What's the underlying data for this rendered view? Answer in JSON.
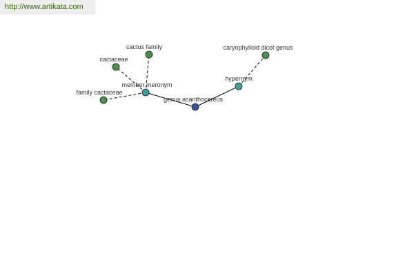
{
  "site": {
    "url": "http://www.artikata.com",
    "url_color": "#336600"
  },
  "graph": {
    "nodes": [
      {
        "id": "n_center",
        "label": "genus acanthocereus",
        "kind": "center",
        "color": "#3f4f9f"
      },
      {
        "id": "n_member",
        "label": "member meronym",
        "kind": "relation",
        "color": "#3f9f9f"
      },
      {
        "id": "n_hyper",
        "label": "hypernym",
        "kind": "relation",
        "color": "#3f9f9f"
      },
      {
        "id": "n_cactus",
        "label": "cactus family",
        "kind": "leaf",
        "color": "#4f8f4f"
      },
      {
        "id": "n_cactaceae",
        "label": "cactaceae",
        "kind": "leaf",
        "color": "#4f8f4f"
      },
      {
        "id": "n_family",
        "label": "family cactaceae",
        "kind": "leaf",
        "color": "#4f8f4f"
      },
      {
        "id": "n_caryo",
        "label": "caryophylloid dicot genus",
        "kind": "leaf",
        "color": "#4f8f4f"
      }
    ],
    "edges": [
      {
        "from": "n_center",
        "to": "n_member",
        "style": "solid"
      },
      {
        "from": "n_center",
        "to": "n_hyper",
        "style": "solid"
      },
      {
        "from": "n_member",
        "to": "n_cactus",
        "style": "dashed"
      },
      {
        "from": "n_member",
        "to": "n_cactaceae",
        "style": "dashed"
      },
      {
        "from": "n_member",
        "to": "n_family",
        "style": "dashed"
      },
      {
        "from": "n_hyper",
        "to": "n_caryo",
        "style": "dashed"
      }
    ],
    "label_color": "#333333",
    "edge_color": "#000000"
  }
}
